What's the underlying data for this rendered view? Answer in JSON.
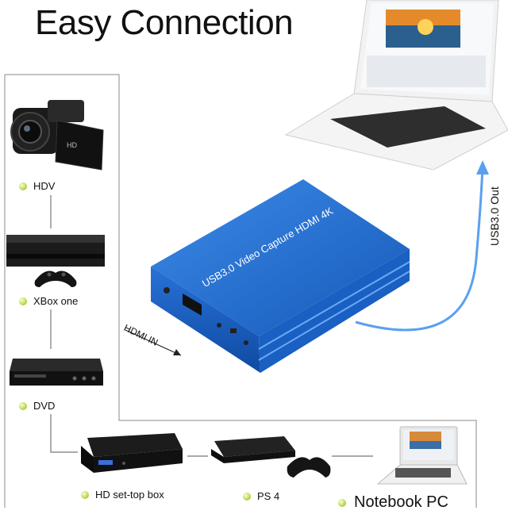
{
  "title": "Easy Connection",
  "device": {
    "name": "USB3.0 Video Capture HDMI 4K",
    "color": "#1e6fd0"
  },
  "sources": [
    {
      "label": "HDV"
    },
    {
      "label": "XBox one"
    },
    {
      "label": "DVD"
    },
    {
      "label": "HD set-top box"
    },
    {
      "label": "PS 4"
    }
  ],
  "target": {
    "label": "Notebook PC"
  },
  "arrows": {
    "hdmi_in": "HDMI IN",
    "usb_out": "USB3.0 Out"
  },
  "accent_colors": {
    "dot": "#a8cc3a",
    "cable": "#5aa0f0"
  }
}
